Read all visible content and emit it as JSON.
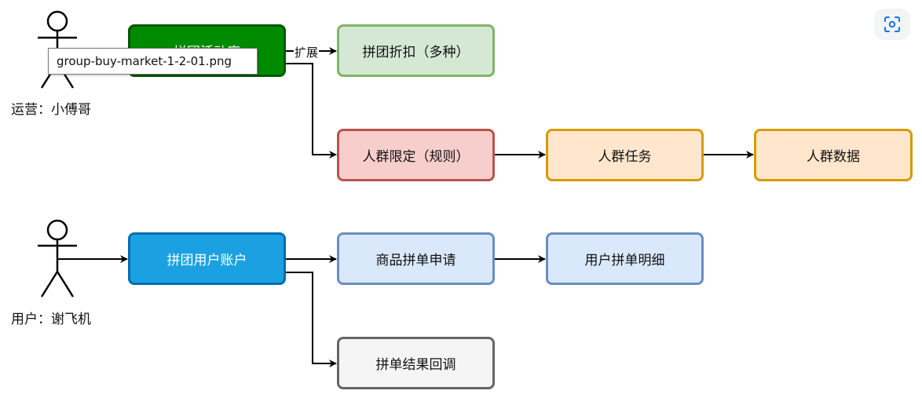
{
  "actors": {
    "operator": {
      "label": "运营：小傅哥"
    },
    "user": {
      "label": "用户：谢飞机"
    }
  },
  "nodes": {
    "activity": {
      "label": "拼团活动库",
      "fill": "#008a00",
      "stroke": "#005700",
      "text": "#ffffff"
    },
    "discount": {
      "label": "拼团折扣（多种）",
      "fill": "#d5e8d4",
      "stroke": "#82b366"
    },
    "crowd_limit": {
      "label": "人群限定（规则）",
      "fill": "#f8cecc",
      "stroke": "#b85450"
    },
    "crowd_task": {
      "label": "人群任务",
      "fill": "#ffe6cc",
      "stroke": "#d79b00"
    },
    "crowd_data": {
      "label": "人群数据",
      "fill": "#ffe6cc",
      "stroke": "#d79b00"
    },
    "account": {
      "label": "拼团用户账户",
      "fill": "#1ba1e2",
      "stroke": "#006eaf",
      "text": "#ffffff"
    },
    "apply": {
      "label": "商品拼单申请",
      "fill": "#dae8fc",
      "stroke": "#6c8ebf"
    },
    "detail": {
      "label": "用户拼单明细",
      "fill": "#dae8fc",
      "stroke": "#6c8ebf"
    },
    "callback": {
      "label": "拼单结果回调",
      "fill": "#f5f5f5",
      "stroke": "#666666"
    }
  },
  "edges": {
    "extend_label": "扩展"
  },
  "tooltip": {
    "text": "group-buy-market-1-2-01.png"
  },
  "toolbar": {
    "lens_icon": "lens-search-icon"
  }
}
